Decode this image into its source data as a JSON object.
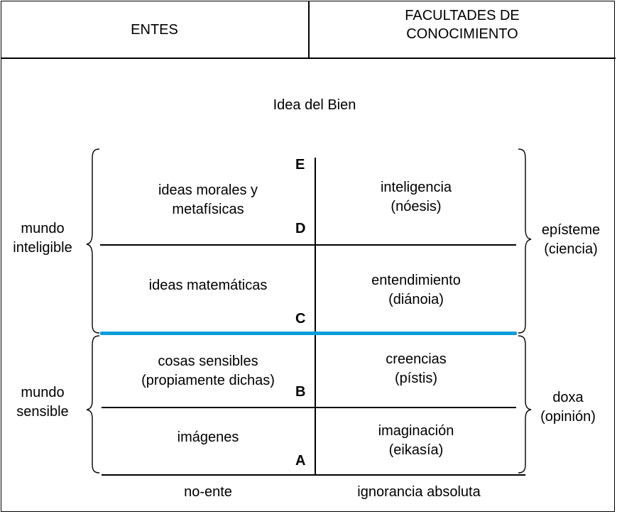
{
  "header": {
    "left": "ENTES",
    "right_line1": "FACULTADES DE",
    "right_line2": "CONOCIMIENTO"
  },
  "top_label": "Idea del Bien",
  "left_groups": [
    {
      "line1": "mundo",
      "line2": "inteligible"
    },
    {
      "line1": "mundo",
      "line2": "sensible"
    }
  ],
  "right_groups": [
    {
      "line1": "epísteme",
      "line2": "(ciencia)"
    },
    {
      "line1": "doxa",
      "line2": "(opinión)"
    }
  ],
  "levels": [
    {
      "entity_line1": "ideas morales y",
      "entity_line2": "metafísicas",
      "faculty_line1": "inteligencia",
      "faculty_line2": "(nóesis)"
    },
    {
      "entity_line1": "ideas matemáticas",
      "entity_line2": "",
      "faculty_line1": "entendimiento",
      "faculty_line2": "(diánoia)"
    },
    {
      "entity_line1": "cosas sensibles",
      "entity_line2": "(propiamente dichas)",
      "faculty_line1": "creencias",
      "faculty_line2": "(pístis)"
    },
    {
      "entity_line1": "imágenes",
      "entity_line2": "",
      "faculty_line1": "imaginación",
      "faculty_line2": "(eikasía)"
    }
  ],
  "letters": [
    "E",
    "D",
    "C",
    "B",
    "A"
  ],
  "bottom": {
    "left": "no-ente",
    "right": "ignorancia absoluta"
  },
  "colors": {
    "divider_accent": "#0c9fdc",
    "line": "#000000",
    "background": "#ffffff"
  }
}
